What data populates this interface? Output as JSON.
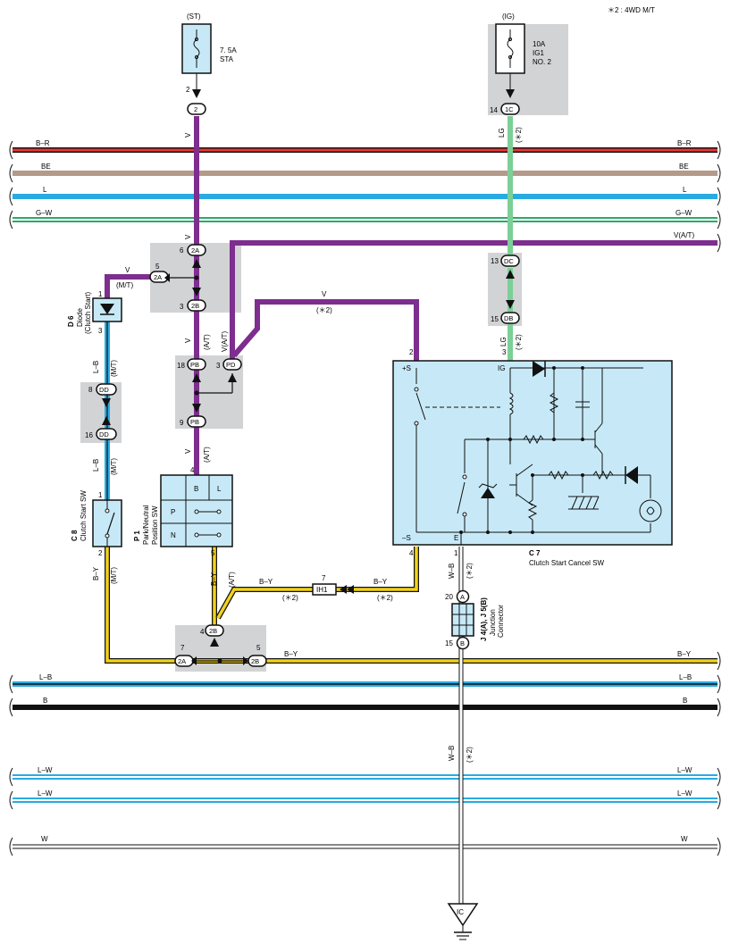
{
  "note": "＊2 : 4WD M/T",
  "colors": {
    "violet": "#7d2e8e",
    "red": "#e53935",
    "beige": "#b49a8a",
    "blue": "#29abe2",
    "green": "#2ea86a",
    "lightgreen": "#7ccf96",
    "yellow": "#f2d21b",
    "black": "#111111",
    "gray_box": "#d2d3d5",
    "component_fill": "#c7e9f7"
  },
  "fuses": {
    "st": {
      "source": "(ST)",
      "rating": "7. 5A",
      "name": "STA",
      "pin": "2",
      "connector": "2"
    },
    "ig": {
      "source": "(IG)",
      "rating": "10A",
      "name": "IG1",
      "name2": "NO. 2",
      "pin": "14",
      "connector": "1C"
    }
  },
  "buses": [
    {
      "label": "B–R"
    },
    {
      "label": "BE"
    },
    {
      "label": "L"
    },
    {
      "label": "G–W"
    },
    {
      "label": "V(A/T)"
    },
    {
      "label": "L–B"
    },
    {
      "label": "B"
    },
    {
      "label": "L–W"
    },
    {
      "label": "L–W"
    },
    {
      "label": "W"
    },
    {
      "label": "B–Y"
    }
  ],
  "connectors": {
    "c2A_6": {
      "pin": "6",
      "id": "2A"
    },
    "c2A_5": {
      "pin": "5",
      "id": "2A"
    },
    "c2B_3": {
      "pin": "3",
      "id": "2B"
    },
    "cPB_18": {
      "pin": "18",
      "id": "PB"
    },
    "cPD_3": {
      "pin": "3",
      "id": "PD"
    },
    "cPB_9": {
      "pin": "9",
      "id": "PB"
    },
    "cDD_8": {
      "pin": "8",
      "id": "DD"
    },
    "cDD_16": {
      "pin": "16",
      "id": "DD"
    },
    "cDC_13": {
      "pin": "13",
      "id": "DC"
    },
    "cDB_15": {
      "pin": "15",
      "id": "DB"
    },
    "c2B_4": {
      "pin": "4",
      "id": "2B"
    },
    "c2A_7": {
      "pin": "7",
      "id": "2A"
    },
    "c2B_5": {
      "pin": "5",
      "id": "2B"
    },
    "cIH1_7": {
      "pin": "7",
      "id": "IH1"
    },
    "cA_20": {
      "pin": "20",
      "id": "A"
    },
    "cB_15": {
      "pin": "15",
      "id": "B"
    }
  },
  "wires": {
    "v": "V",
    "mt": "(M/T)",
    "at": "(A/T)",
    "vat": "V(A/T)",
    "star2": "(＊2)",
    "lb": "L–B",
    "by": "B–Y",
    "wb": "W–B",
    "lg": "LG"
  },
  "components": {
    "d6": {
      "code": "D 6",
      "name": "Diode",
      "sub": "(Clutch  Start)",
      "pin_top": "1",
      "pin_bottom": "3"
    },
    "c8": {
      "code": "C 8",
      "name": "Clutch Start SW",
      "pin_top": "1",
      "pin_bottom": "2"
    },
    "p1": {
      "code": "P 1",
      "name": "Park/Neutral",
      "name2": "Position SW",
      "pin_top": "4",
      "pin_bottom": "5",
      "cells": [
        "B",
        "L",
        "P",
        "N"
      ]
    },
    "c7": {
      "code": "C 7",
      "name": "Clutch Start Cancel SW",
      "terminals": {
        "s_plus": "+S",
        "ig": "IG",
        "s_minus": "–S",
        "e": "E"
      },
      "pins": {
        "s_plus": "2",
        "ig": "3",
        "s_minus": "4",
        "e": "1"
      }
    },
    "j4": {
      "code": "J 4(A), J 5(B)",
      "name": "Junction",
      "name2": "Connector"
    },
    "ground": {
      "label": "IC"
    }
  }
}
